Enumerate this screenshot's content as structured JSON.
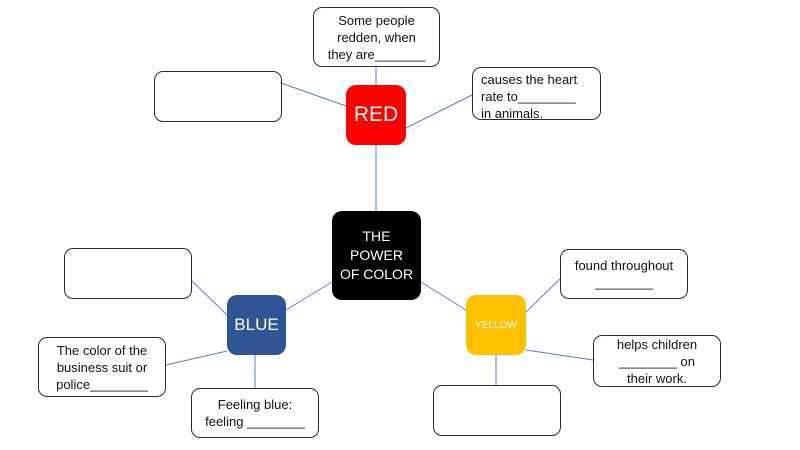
{
  "hubs": {
    "center": {
      "label": "THE\nPOWER\nOF COLOR",
      "color": "#000000"
    },
    "red": {
      "label": "RED",
      "color": "#ff0000"
    },
    "blue": {
      "label": "BLUE",
      "color": "#2f5597"
    },
    "yellow": {
      "label": "YELLOW",
      "color": "#ffc000"
    }
  },
  "notes": {
    "red_top": "Some people\nredden, when\nthey are_______",
    "red_right": "causes the heart\nrate  to________\nin animals.",
    "red_left": "",
    "blue_left_top": "",
    "blue_left_bottom": "The color of the\nbusiness suit or\npolice________",
    "blue_bottom": "Feeling blue:\nfeeling ________",
    "yellow_top": "found throughout\n________",
    "yellow_right": "helps children\n________ on\ntheir work.",
    "yellow_bottom": ""
  },
  "line_color": "#5b7fc4"
}
